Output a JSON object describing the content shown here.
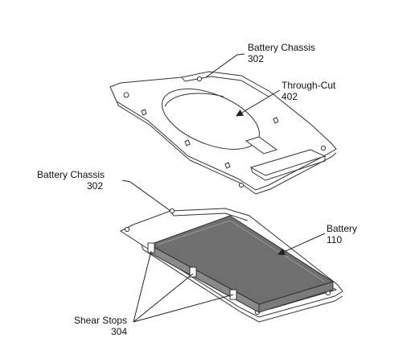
{
  "labels": {
    "top_chassis": {
      "name": "Battery Chassis",
      "ref": "302"
    },
    "through_cut": {
      "name": "Through-Cut",
      "ref": "402"
    },
    "bottom_chassis": {
      "name": "Battery Chassis",
      "ref": "302"
    },
    "battery": {
      "name": "Battery",
      "ref": "110"
    },
    "shear_stops": {
      "name": "Shear Stops",
      "ref": "304"
    }
  },
  "colors": {
    "line": "#333333",
    "plate_fill": "#ffffff",
    "battery_top": "#6f6f6f",
    "battery_side": "#8a8a8a",
    "cutout_fill": "#ffffff"
  }
}
